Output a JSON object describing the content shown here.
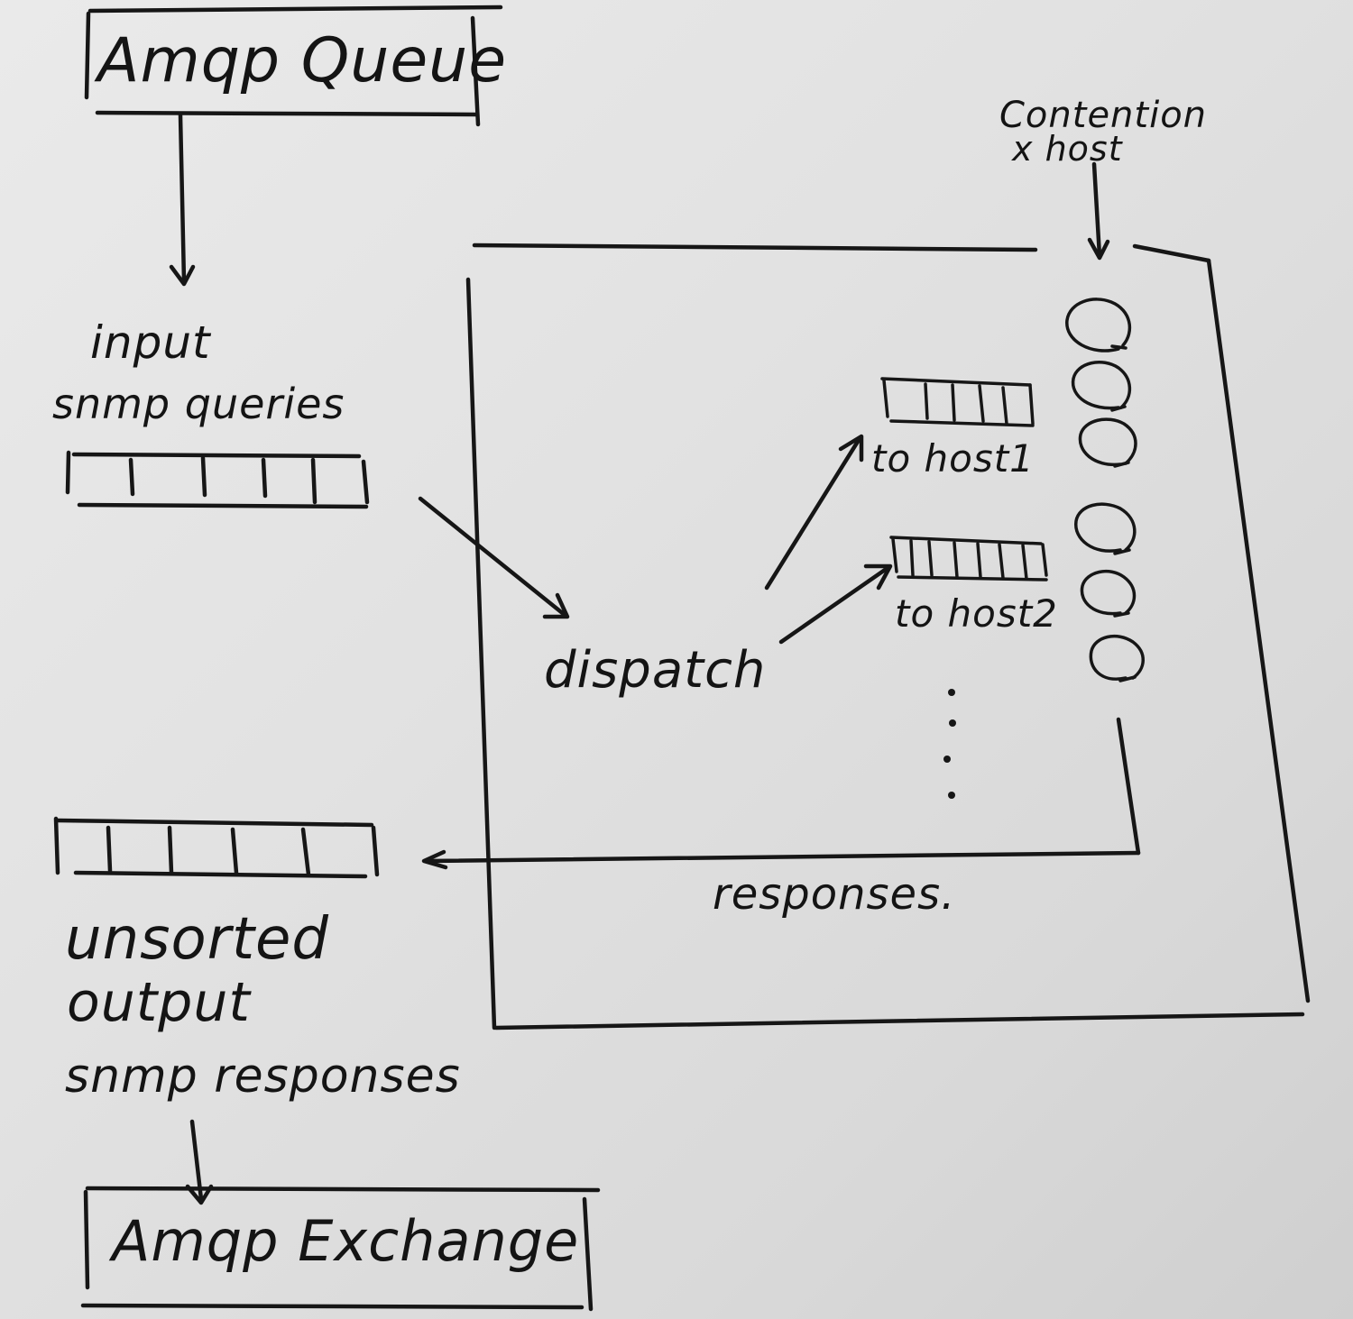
{
  "diagram": {
    "nodes": {
      "amqp_queue": "Amqp Queue",
      "input_queue": [
        "input",
        "snmp queries"
      ],
      "dispatch": "dispatch",
      "host_queue_1": "to host1",
      "host_queue_2": "to host2",
      "contention": [
        "Contention",
        "x host"
      ],
      "responses": "responses.",
      "output_queue": [
        "unsorted",
        "output",
        "snmp responses"
      ],
      "amqp_exchange": "Amqp Exchange"
    },
    "colors": {
      "ink": "#161616",
      "paper": "#e4e4e4"
    }
  }
}
